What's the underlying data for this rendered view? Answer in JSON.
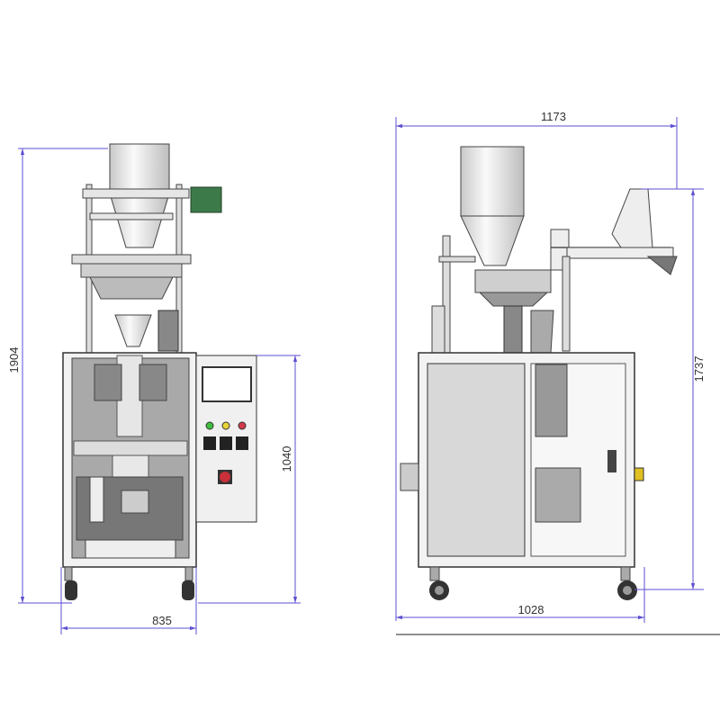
{
  "dimensions": {
    "front_height": "1904",
    "front_width": "835",
    "front_cabinet_height": "1040",
    "side_overall_width": "1173",
    "side_height": "1737",
    "side_base_width": "1028"
  },
  "colors": {
    "dimension_line": "#5b4fd0",
    "motor": "#3d7a4a",
    "indicator_green": "#3fbf3f",
    "indicator_yellow": "#e6d23a",
    "indicator_red": "#d23a4a"
  }
}
